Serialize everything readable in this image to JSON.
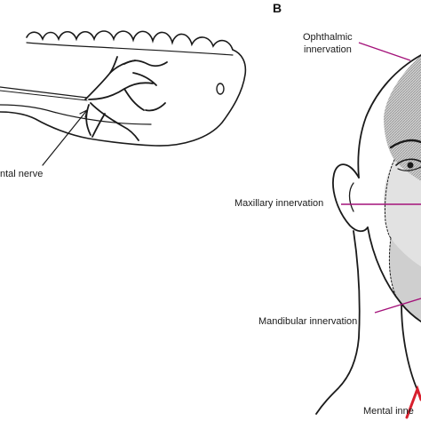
{
  "panel_b_letter": "B",
  "labels": {
    "mental_nerve": "ntal nerve",
    "ophthalmic_line1": "Ophthalmic",
    "ophthalmic_line2": "innervation",
    "maxillary": "Maxillary innervation",
    "mandibular": "Mandibular innervation",
    "mental_innervation": "Mental inne"
  },
  "colors": {
    "line": "#1a1a1a",
    "pointer_line": "#a4127a",
    "mental_arrow": "#d8202e",
    "shading": "#bdbdbd"
  }
}
